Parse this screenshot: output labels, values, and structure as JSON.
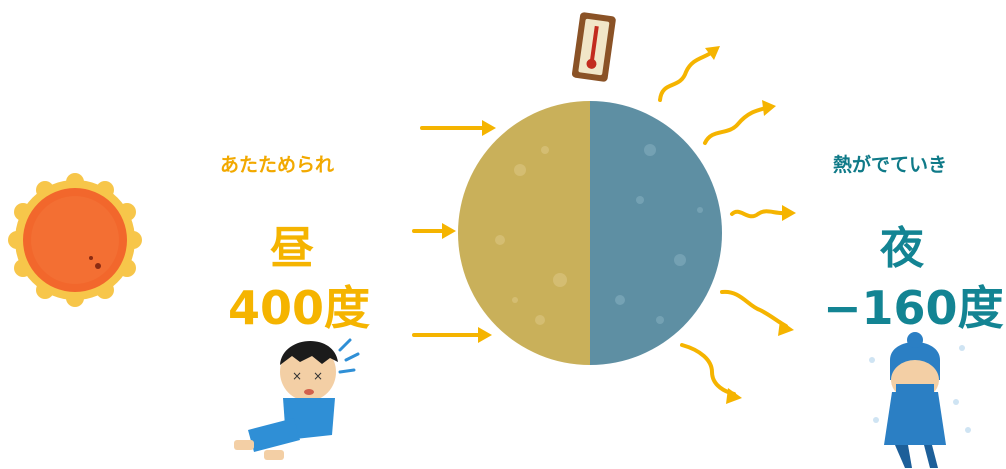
{
  "day": {
    "caption": "あたためられ",
    "kanji": "昼",
    "temperature": "400度"
  },
  "night": {
    "caption": "熱がでていき",
    "kanji": "夜",
    "temperature": "−160度"
  },
  "icons": [
    "sun-icon",
    "thermometer-icon",
    "moon-icon",
    "hot-person-icon",
    "cold-person-icon"
  ],
  "colors": {
    "day_text": "#f5b400",
    "night_text": "#138493",
    "moon_day": "#c9b05a",
    "moon_night": "#5e8fa3",
    "arrow": "#f5b400"
  }
}
